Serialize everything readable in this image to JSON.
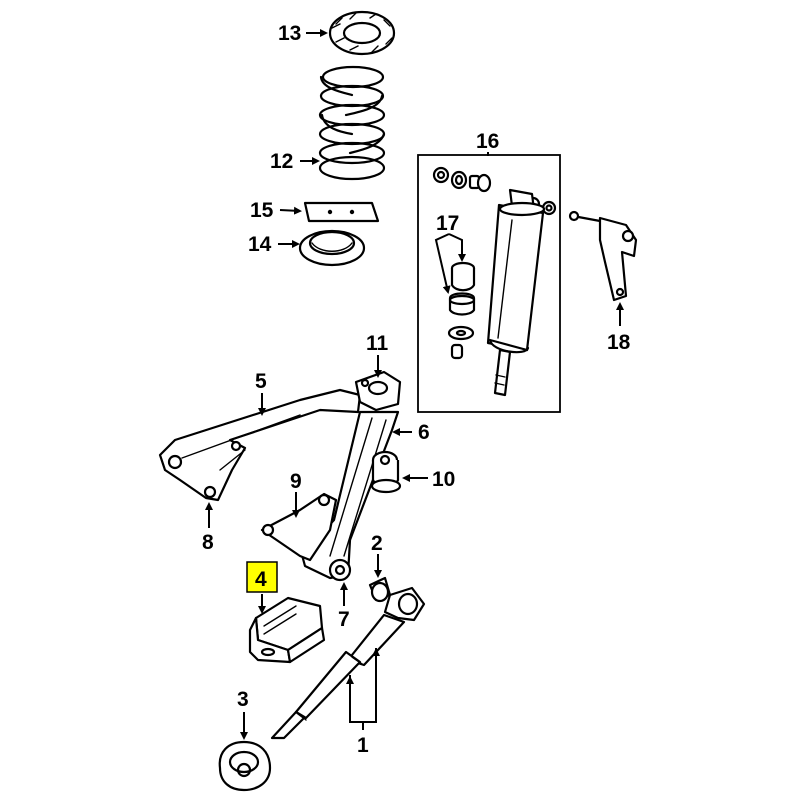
{
  "callouts": {
    "c1": "1",
    "c2": "2",
    "c3": "3",
    "c4": "4",
    "c5": "5",
    "c6": "6",
    "c7": "7",
    "c8": "8",
    "c9": "9",
    "c10": "10",
    "c11": "11",
    "c12": "12",
    "c13": "13",
    "c14": "14",
    "c15": "15",
    "c16": "16",
    "c17": "17",
    "c18": "18"
  },
  "highlight_color": "#ffff00"
}
